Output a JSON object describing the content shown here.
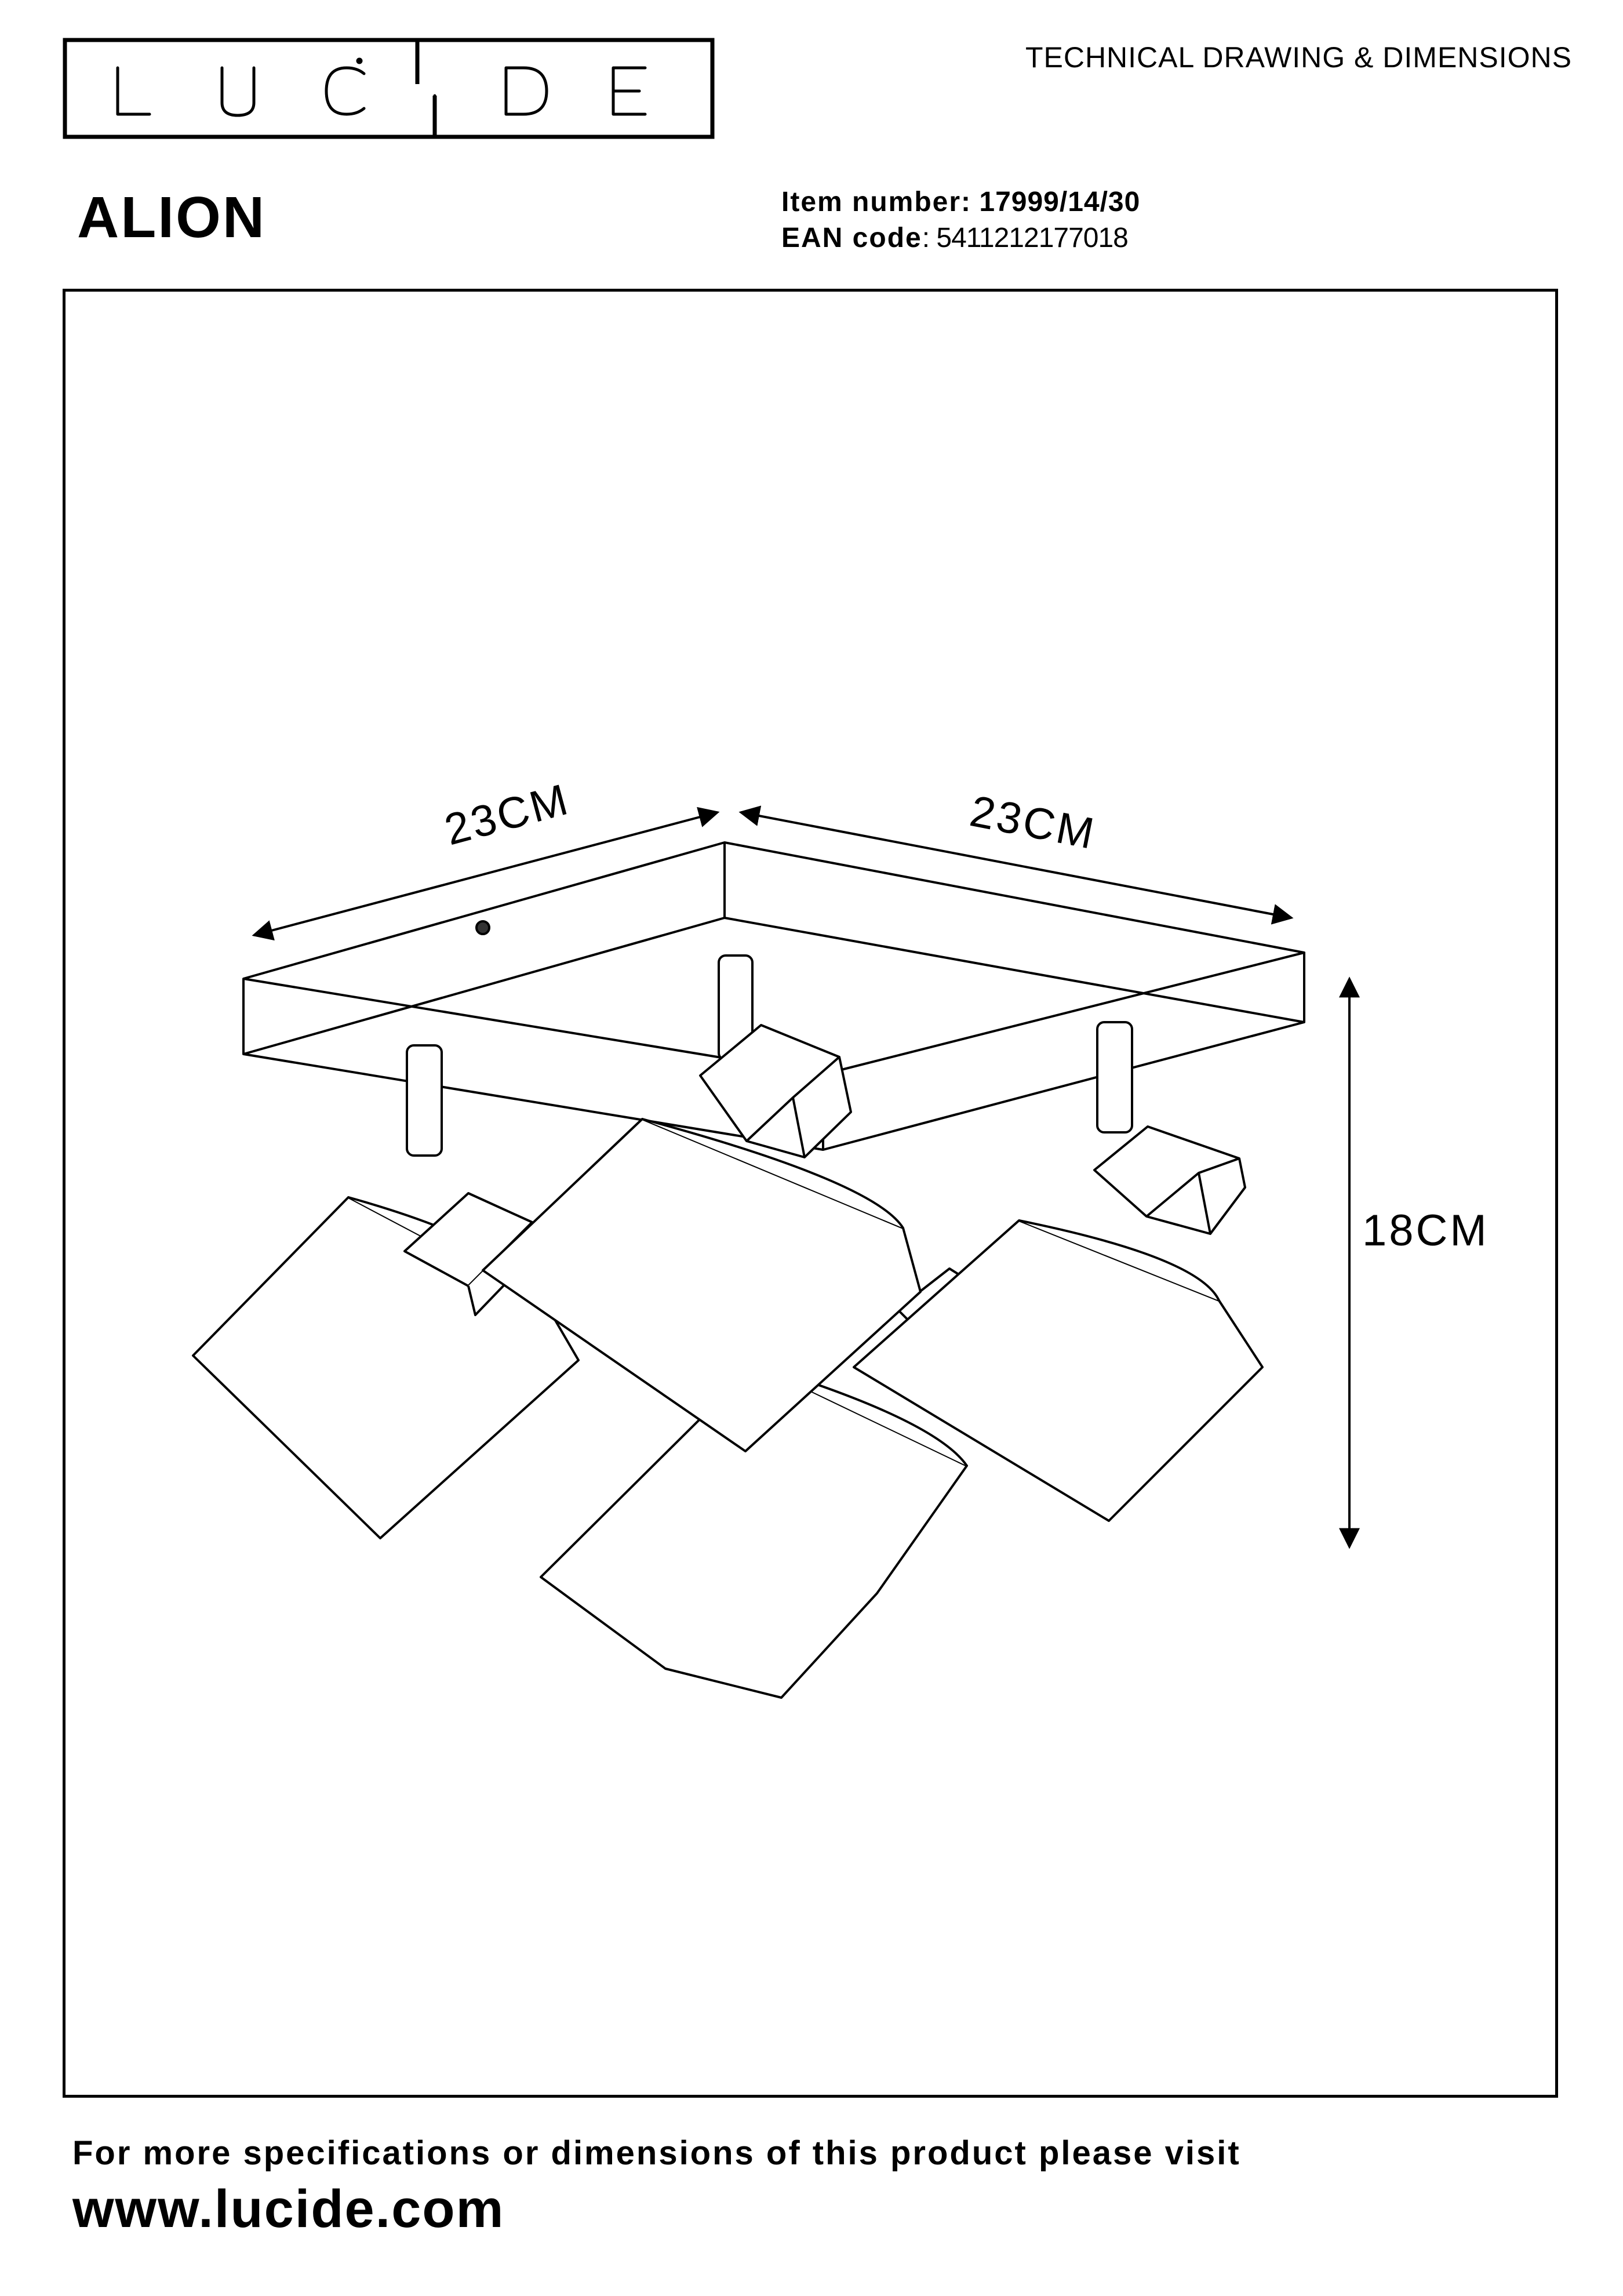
{
  "header": {
    "brand": "LUCIDE",
    "doc_type": "TECHNICAL DRAWING & DIMENSIONS"
  },
  "product": {
    "name": "ALION",
    "item_label": "Item number:",
    "item_number": "17999/14/30",
    "ean_label": "EAN code",
    "ean_value": ": 5411212177018"
  },
  "drawing": {
    "dim_width_left": "23CM",
    "dim_width_right": "23CM",
    "dim_height": "18CM"
  },
  "footer": {
    "line": "For more specifications or dimensions of this product please visit",
    "url": "www.lucide.com"
  }
}
